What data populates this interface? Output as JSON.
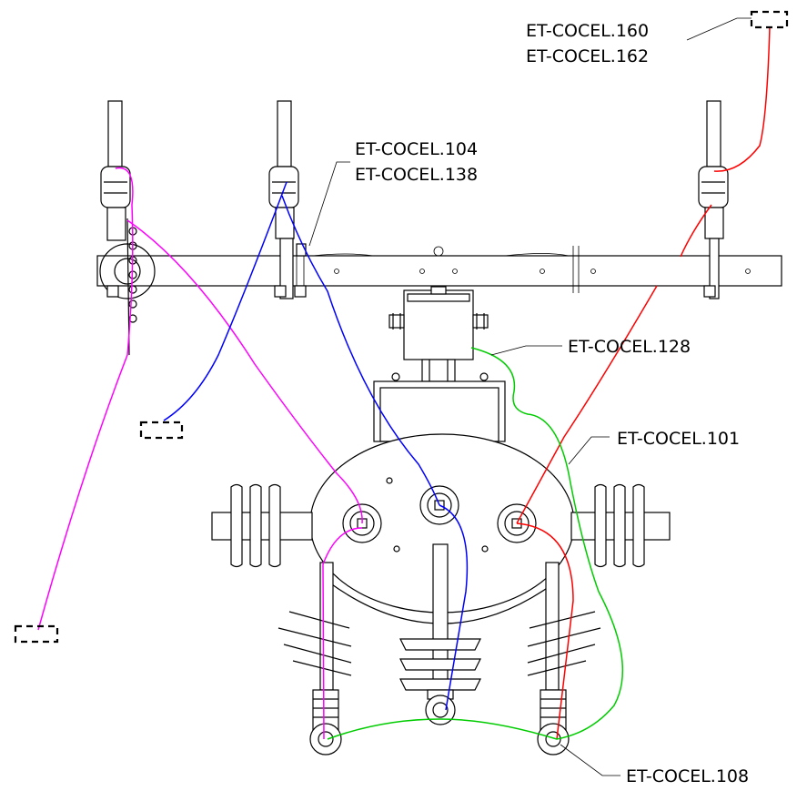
{
  "labels": {
    "top_right_1": "ET-COCEL.160",
    "top_right_2": "ET-COCEL.162",
    "top_mid_1": "ET-COCEL.104",
    "top_mid_2": "ET-COCEL.138",
    "mid_128": "ET-COCEL.128",
    "mid_101": "ET-COCEL.101",
    "bottom_108": "ET-COCEL.108"
  },
  "wire_colors": {
    "magenta": "#ff00ff",
    "blue": "#0000ff",
    "red": "#ff0000",
    "green": "#00cc00"
  }
}
